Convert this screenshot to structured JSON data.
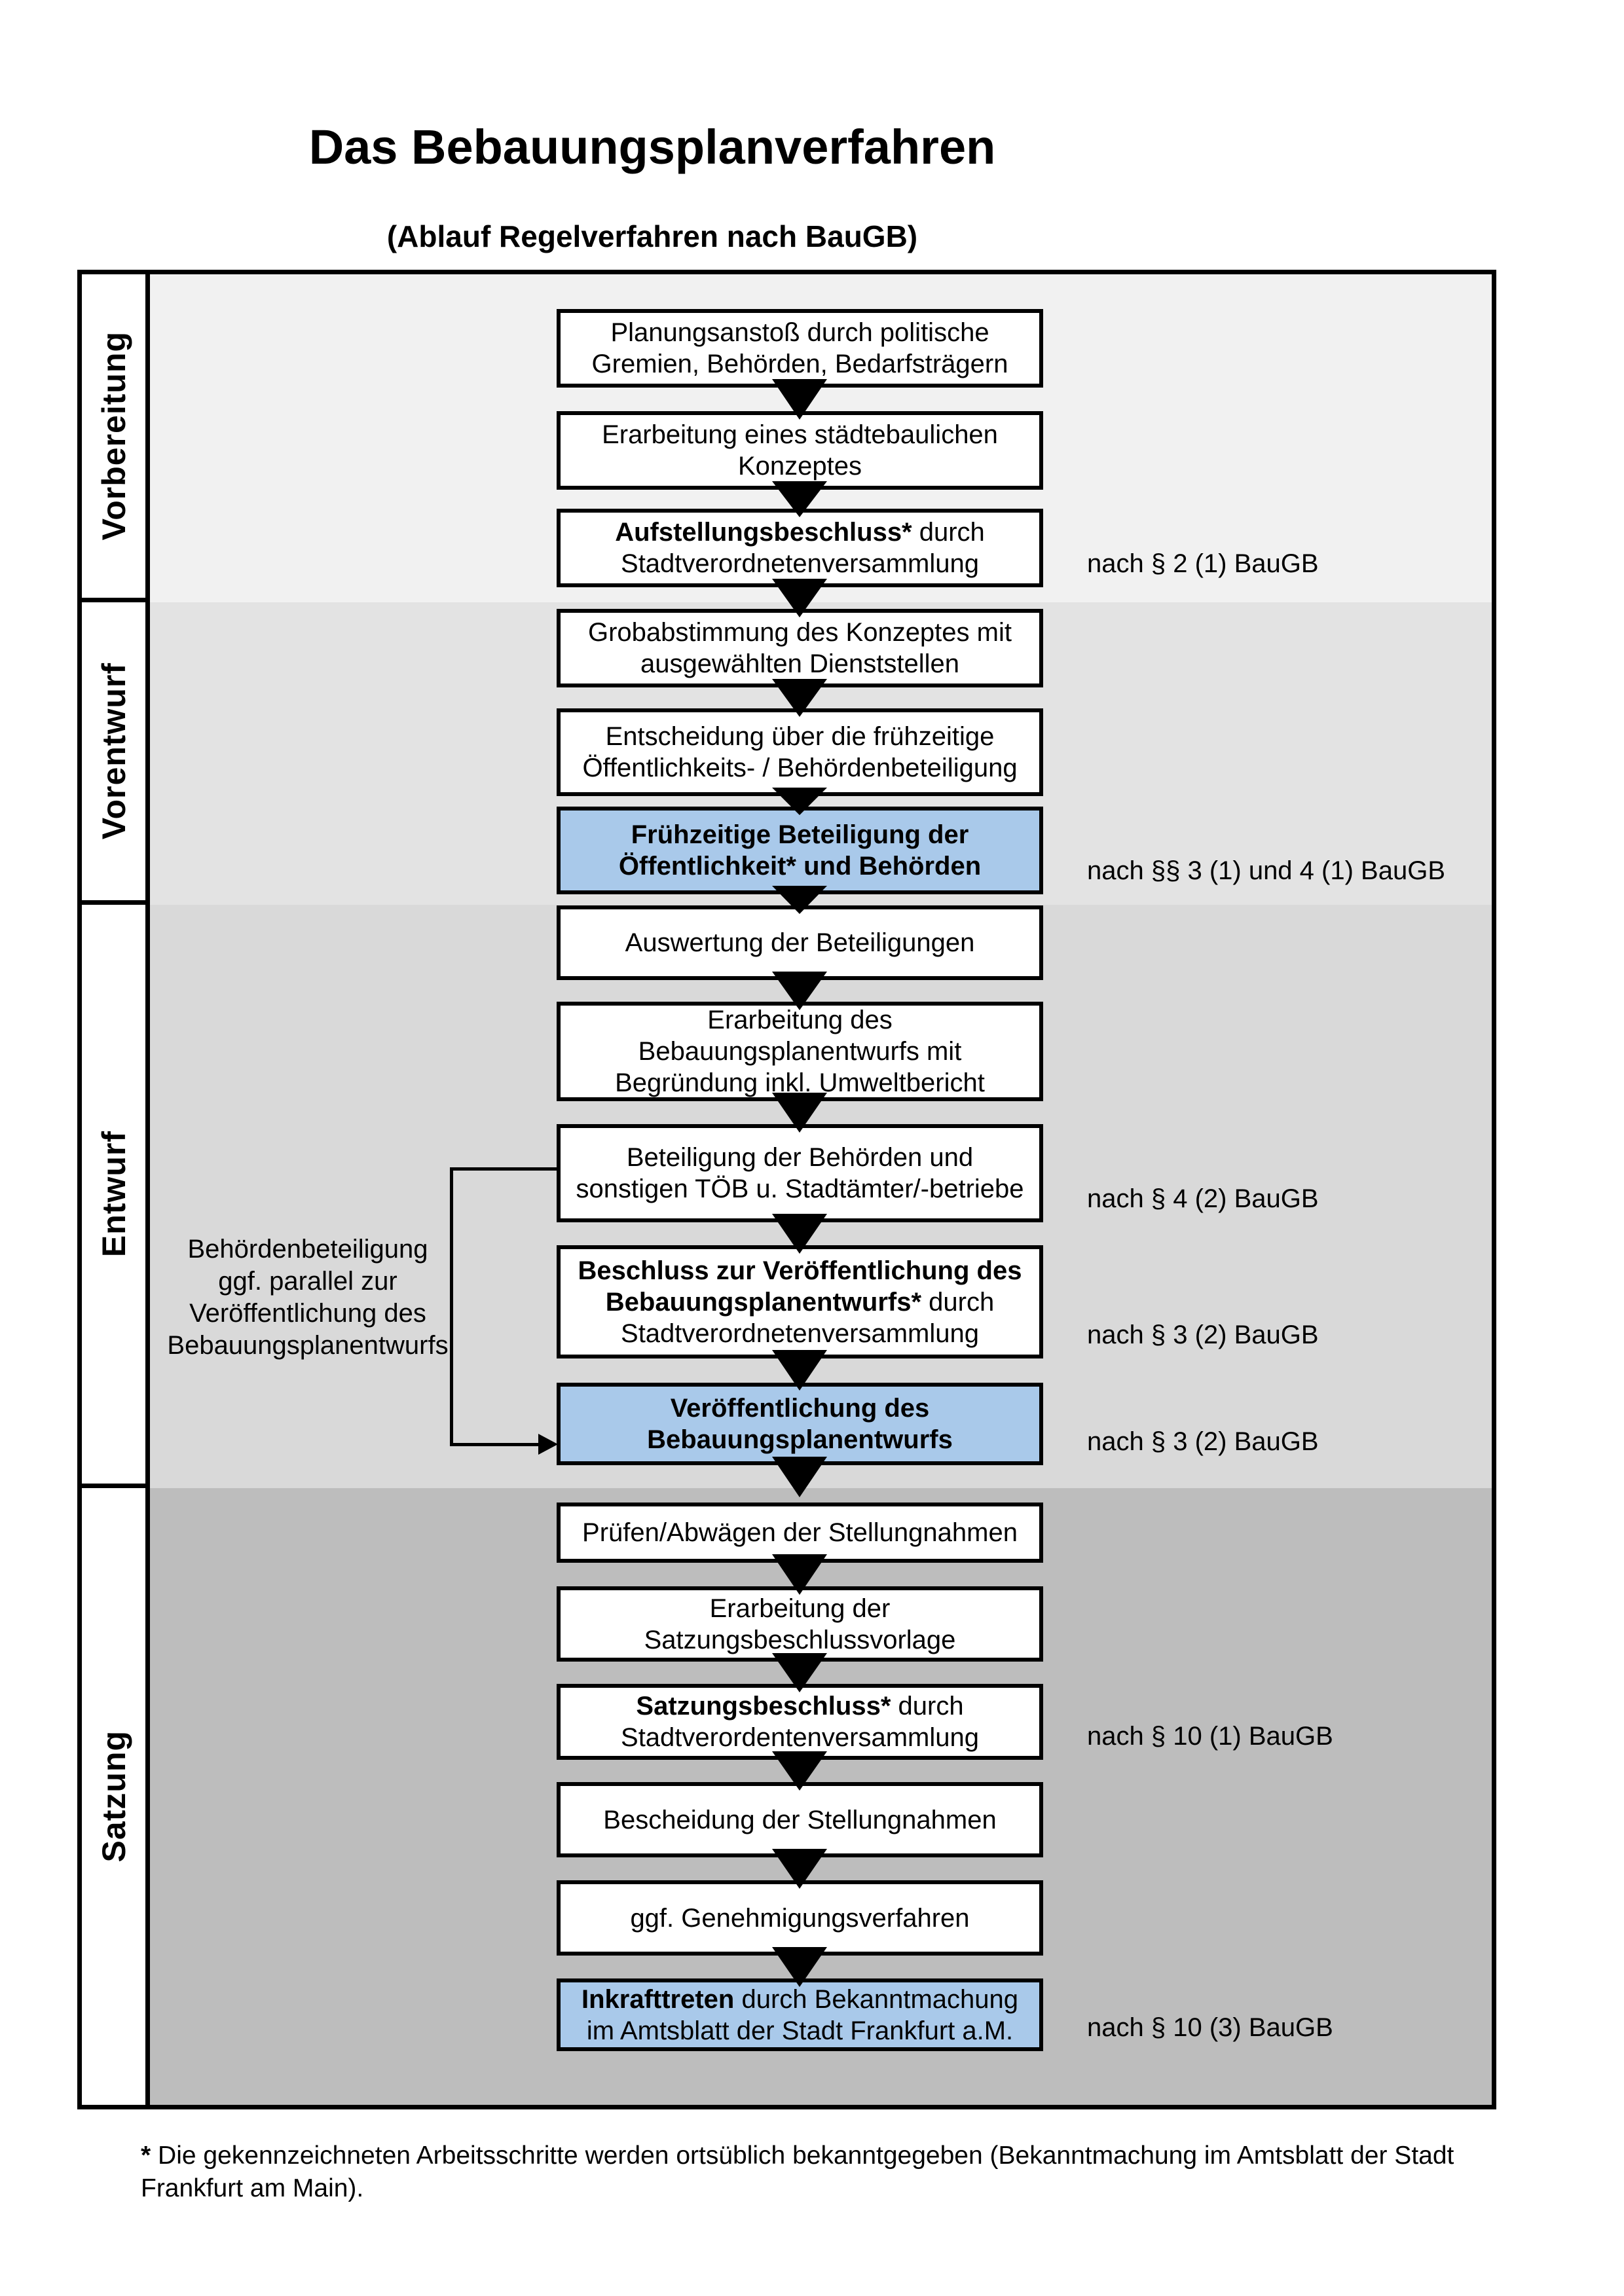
{
  "header": {
    "title": "Das Bebauungsplanverfahren",
    "subtitle": "(Ablauf Regelverfahren nach BauGB)"
  },
  "phases": [
    {
      "label": "Vorbereitung",
      "band_color": "#f1f1f1"
    },
    {
      "label": "Vorentwurf",
      "band_color": "#e3e3e3"
    },
    {
      "label": "Entwurf",
      "band_color": "#d9d9d9"
    },
    {
      "label": "Satzung",
      "band_color": "#bdbdbd"
    }
  ],
  "colors": {
    "highlight_box": "#a9c9ea",
    "box_background": "#ffffff",
    "border": "#000000"
  },
  "flow": {
    "boxes": [
      {
        "phase": 0,
        "highlight": false,
        "ref": null,
        "lines": [
          [
            {
              "t": "Planungsanstoß durch politische",
              "b": false
            }
          ],
          [
            {
              "t": "Gremien, Behörden, Bedarfsträgern",
              "b": false
            }
          ]
        ]
      },
      {
        "phase": 0,
        "highlight": false,
        "ref": null,
        "lines": [
          [
            {
              "t": "Erarbeitung eines städtebaulichen",
              "b": false
            }
          ],
          [
            {
              "t": "Konzeptes",
              "b": false
            }
          ]
        ]
      },
      {
        "phase": 0,
        "highlight": false,
        "ref": "nach § 2 (1) BauGB",
        "lines": [
          [
            {
              "t": "Aufstellungsbeschluss*",
              "b": true
            },
            {
              "t": " durch",
              "b": false
            }
          ],
          [
            {
              "t": "Stadtverordnetenversammlung",
              "b": false
            }
          ]
        ]
      },
      {
        "phase": 1,
        "highlight": false,
        "ref": null,
        "lines": [
          [
            {
              "t": "Grobabstimmung des Konzeptes mit",
              "b": false
            }
          ],
          [
            {
              "t": "ausgewählten Dienststellen",
              "b": false
            }
          ]
        ]
      },
      {
        "phase": 1,
        "highlight": false,
        "ref": null,
        "lines": [
          [
            {
              "t": "Entscheidung über die frühzeitige",
              "b": false
            }
          ],
          [
            {
              "t": "Öffentlichkeits- / Behördenbeteiligung",
              "b": false
            }
          ]
        ]
      },
      {
        "phase": 1,
        "highlight": true,
        "ref": "nach §§ 3 (1) und 4 (1) BauGB",
        "lines": [
          [
            {
              "t": "Frühzeitige Beteiligung der",
              "b": true
            }
          ],
          [
            {
              "t": "Öffentlichkeit* und Behörden",
              "b": true
            }
          ]
        ]
      },
      {
        "phase": 2,
        "highlight": false,
        "ref": null,
        "lines": [
          [
            {
              "t": "Auswertung der Beteiligungen",
              "b": false
            }
          ]
        ]
      },
      {
        "phase": 2,
        "highlight": false,
        "ref": null,
        "lines": [
          [
            {
              "t": "Erarbeitung des",
              "b": false
            }
          ],
          [
            {
              "t": "Bebauungsplanentwurfs mit",
              "b": false
            }
          ],
          [
            {
              "t": "Begründung inkl. Umweltbericht",
              "b": false
            }
          ]
        ]
      },
      {
        "phase": 2,
        "highlight": false,
        "ref": "nach § 4 (2) BauGB",
        "lines": [
          [
            {
              "t": "Beteiligung der Behörden und",
              "b": false
            }
          ],
          [
            {
              "t": "sonstigen TÖB u. Stadtämter/-betriebe",
              "b": false
            }
          ]
        ]
      },
      {
        "phase": 2,
        "highlight": false,
        "ref": "nach § 3 (2) BauGB",
        "lines": [
          [
            {
              "t": "Beschluss zur Veröffentlichung des",
              "b": true
            }
          ],
          [
            {
              "t": "Bebauungsplanentwurfs*",
              "b": true
            },
            {
              "t": " durch",
              "b": false
            }
          ],
          [
            {
              "t": "Stadtverordnetenversammlung",
              "b": false
            }
          ]
        ]
      },
      {
        "phase": 2,
        "highlight": true,
        "ref": "nach § 3 (2) BauGB",
        "lines": [
          [
            {
              "t": "Veröffentlichung des",
              "b": true
            }
          ],
          [
            {
              "t": "Bebauungsplanentwurfs",
              "b": true
            }
          ]
        ]
      },
      {
        "phase": 3,
        "highlight": false,
        "ref": null,
        "lines": [
          [
            {
              "t": "Prüfen/Abwägen der Stellungnahmen",
              "b": false
            }
          ]
        ]
      },
      {
        "phase": 3,
        "highlight": false,
        "ref": null,
        "lines": [
          [
            {
              "t": "Erarbeitung der",
              "b": false
            }
          ],
          [
            {
              "t": "Satzungsbeschlussvorlage",
              "b": false
            }
          ]
        ]
      },
      {
        "phase": 3,
        "highlight": false,
        "ref": "nach § 10 (1) BauGB",
        "lines": [
          [
            {
              "t": "Satzungsbeschluss*",
              "b": true
            },
            {
              "t": " durch",
              "b": false
            }
          ],
          [
            {
              "t": "Stadtverordentenversammlung",
              "b": false
            }
          ]
        ]
      },
      {
        "phase": 3,
        "highlight": false,
        "ref": null,
        "lines": [
          [
            {
              "t": "Bescheidung der Stellungnahmen",
              "b": false
            }
          ]
        ]
      },
      {
        "phase": 3,
        "highlight": false,
        "ref": null,
        "lines": [
          [
            {
              "t": "ggf. Genehmigungsverfahren",
              "b": false
            }
          ]
        ]
      },
      {
        "phase": 3,
        "highlight": true,
        "ref": "nach § 10 (3) BauGB",
        "lines": [
          [
            {
              "t": "Inkrafttreten",
              "b": true
            },
            {
              "t": " durch Bekanntmachung",
              "b": false
            }
          ],
          [
            {
              "t": "im Amtsblatt der Stadt Frankfurt a.M.",
              "b": false
            }
          ]
        ]
      }
    ]
  },
  "side_note": {
    "lines": [
      "Behördenbeteiligung",
      "ggf. parallel zur",
      "Veröffentlichung des",
      "Bebauungsplanentwurfs"
    ]
  },
  "footnote": {
    "marker": "*",
    "text": " Die gekennzeichneten Arbeitsschritte werden ortsüblich bekanntgegeben (Bekanntmachung im Amtsblatt der Stadt Frankfurt am Main)."
  }
}
